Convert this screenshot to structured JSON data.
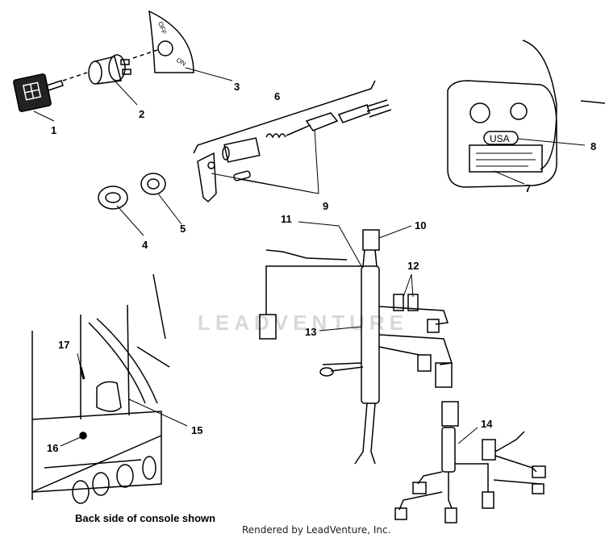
{
  "callouts": [
    "1",
    "2",
    "3",
    "4",
    "5",
    "6",
    "7",
    "8",
    "9",
    "10",
    "11",
    "12",
    "13",
    "14",
    "15",
    "16",
    "17"
  ],
  "switch_labels": {
    "off": "OFF",
    "on": "ON"
  },
  "decal_text": "USA",
  "caption": "Back side of console shown",
  "footer": "Rendered by LeadVenture, Inc.",
  "watermark": "LEADVENTURE"
}
